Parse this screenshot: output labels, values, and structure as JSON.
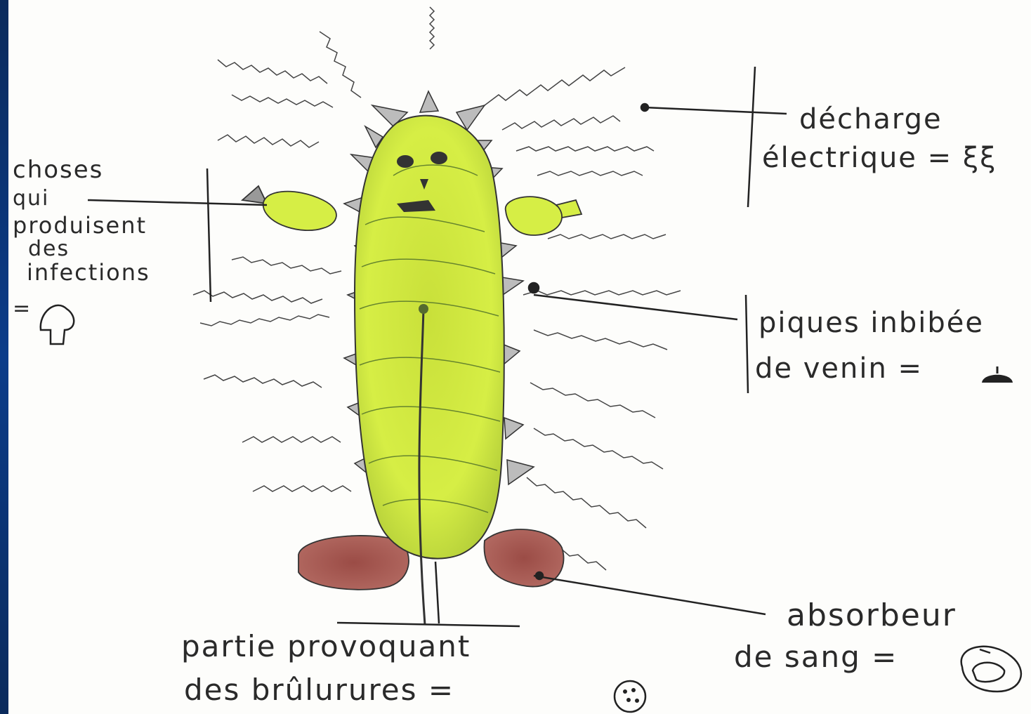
{
  "labels": {
    "electric": [
      "décharge",
      "électrique = ξξ"
    ],
    "infections": [
      "choses",
      "qui",
      "produisent",
      "des",
      "infections",
      "="
    ],
    "venom": [
      "piques inbibée",
      "de  venin ="
    ],
    "blood": [
      "absorbeur",
      "de  sang ="
    ],
    "burn": [
      "partie  provoquant",
      "des  brûlurures ="
    ]
  },
  "colors": {
    "body_fill": "#d4ec3e",
    "body_shade": "#7fa23a",
    "feet_fill": "#a85a52",
    "ink": "#2a2a2a",
    "page_border": "#0b3c8a"
  }
}
